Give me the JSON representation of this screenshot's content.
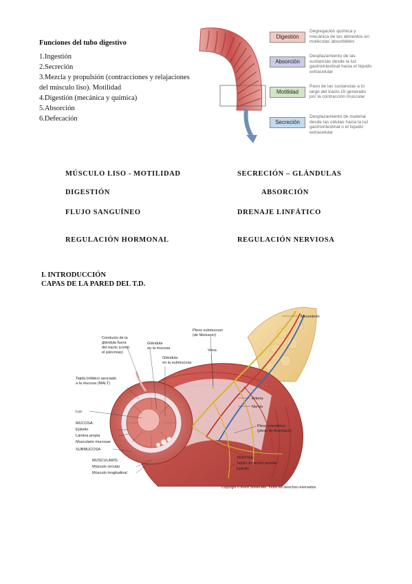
{
  "functions": {
    "title": "Funciones del tubo digestivo",
    "items": [
      "1.Ingestión",
      "2.Secreción",
      "3.Mezcla y propulsión (contracciones y relajaciones del músculo liso). Motilidad",
      "4.Digestión (mecánica y química)",
      "5.Absorción",
      "6.Defecación"
    ]
  },
  "digestion_figure": {
    "legend": [
      {
        "tag": "Digestión",
        "desc": "Degregación química y mecánica de los alimentos en moléculas absorbibles",
        "color": "#f4c9c3"
      },
      {
        "tag": "Absorción",
        "desc": "Desplazamiento de las sustancias desde la luz gastrointestinal hacia el líquido extracelular",
        "color": "#cbcbe6"
      },
      {
        "tag": "Motilidad",
        "desc": "Paso de las sustancias a lo largo del tracto GI generado por la contracción muscular",
        "color": "#d2e6c6"
      },
      {
        "tag": "Secreción",
        "desc": "Desplazamiento de material desde las células hacia la luz gastrointestinal o el líquido extracelular",
        "color": "#c3d9ee"
      }
    ]
  },
  "headings": {
    "motility": "MÚSCULO LISO - MOTILIDAD",
    "secretion": "SECRECIÓN – GLÁNDULAS",
    "digestion": "DIGESTIÓN",
    "absorption": "ABSORCIÓN",
    "blood_flow": "FLUJO SANGUÍNEO",
    "lymph": "DRENAJE LINFÁTICO",
    "hormonal": "REGULACIÓN HORMONAL",
    "nervous": "REGULACIÓN NERVIOSA"
  },
  "intro": {
    "heading": "I. INTRODUCCIÓN",
    "subheading": "CAPAS DE LA PARED DEL T.D."
  },
  "anatomy_figure": {
    "labels": {
      "mesentery": "Mesenterio",
      "submucous_plexus_1": "Plexo submucoso",
      "submucous_plexus_2": "(de Meissner)",
      "duct_1": "Conducto de la",
      "duct_2": "glándula fuera",
      "duct_3": "del tracto (como",
      "duct_4": "el páncreas)",
      "mucosa_gland_1": "Glándula",
      "mucosa_gland_2": "en la mucosa",
      "submucosa_gland_1": "Glándula",
      "submucosa_gland_2": "en la submucosa",
      "vein": "Vena",
      "malt_1": "Tejido linfático asociado",
      "malt_2": "a la mucosa (MALT)",
      "artery": "Arteria",
      "nerve": "Nervio",
      "lumen": "Luz",
      "mucosa": "MUCOSA:",
      "epithelium": "Epitelio",
      "lamina_propria": "Lámina propia",
      "muscularis_mucosae": "Muscularis mucosae",
      "myenteric_1": "Plexo mientérico",
      "myenteric_2": "(plexo de Auerbach)",
      "submucosa": "SUBMUCOSA",
      "muscularis": "MUSCULARIS:",
      "circular": "Músculo circular",
      "longitudinal": "Músculo longitudinal",
      "serosa": "SEROSA:",
      "serosa_connective": "Tejido conectivo areolar",
      "serosa_epithelium": "Epitelio",
      "copyright": "Copyright © Kevin Somerville. Todos los derechos reservados."
    }
  }
}
